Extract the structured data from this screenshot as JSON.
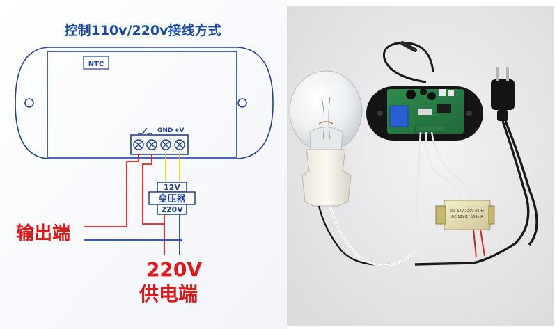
{
  "diagram": {
    "title": "控制110v/220v接线方式",
    "ntc_label": "NTC",
    "relay_symbol_label": "",
    "gnd_label": "GND",
    "vplus_label": "+V",
    "transformer": {
      "top_label": "12V",
      "middle_label": "变压器",
      "bottom_label": "220V"
    },
    "output_label": "输出端",
    "supply_voltage": "220V",
    "supply_label": "供电端"
  },
  "photo": {
    "module_label_line1": "DC-12V 220V-60Hz",
    "module_label_line2": "DC-12V(1) 500mA"
  },
  "colors": {
    "title": "#1a4aa8",
    "outline": "#1e3f9c",
    "wire_red": "#e02020",
    "wire_blue": "#2040c0",
    "wire_yellow": "#f0d020",
    "label_red": "#e01818",
    "photo_bg": "#e9e9ea"
  }
}
